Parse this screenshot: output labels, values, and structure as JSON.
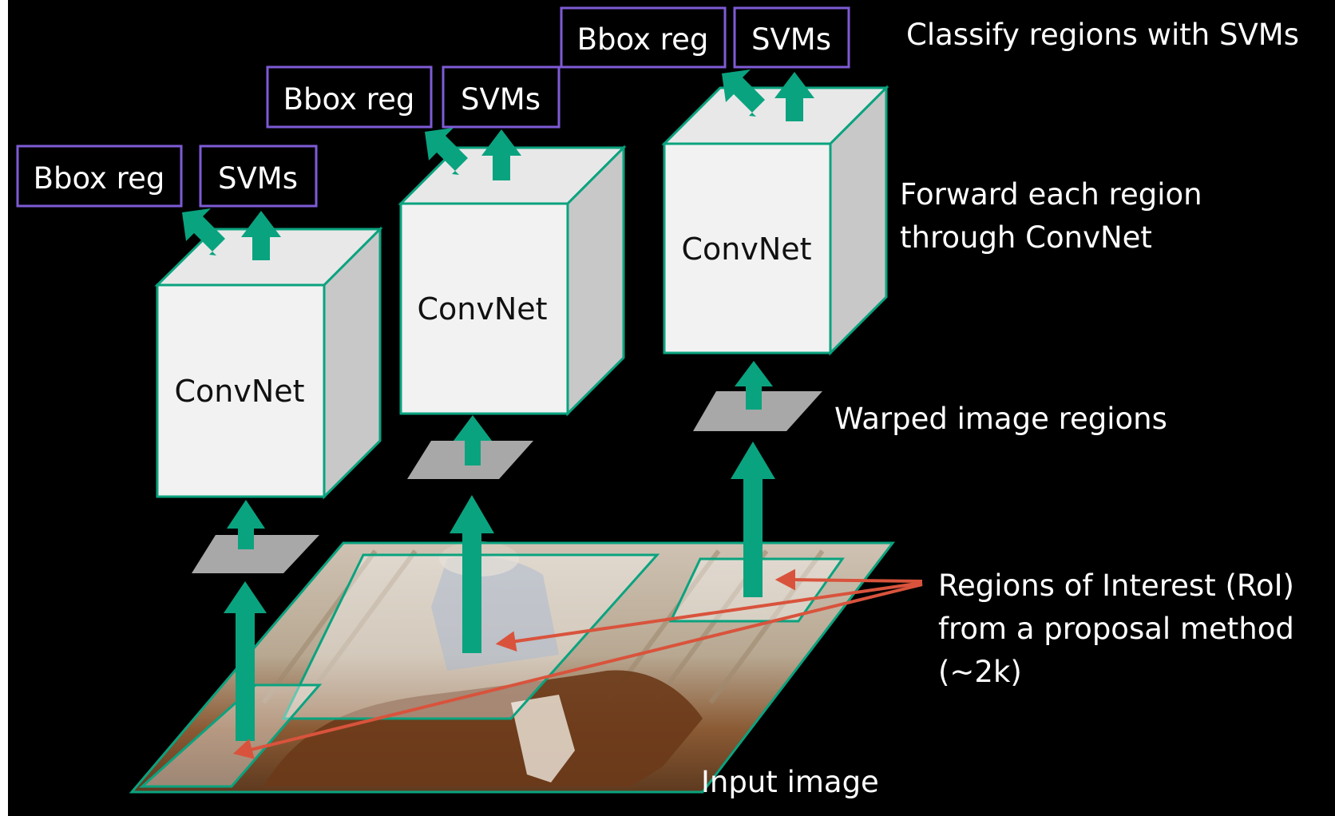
{
  "labels": {
    "classify": "Classify regions with SVMs",
    "forward_line1": "Forward each region",
    "forward_line2": "through ConvNet",
    "warped": "Warped image regions",
    "roi_line1": "Regions of Interest (RoI)",
    "roi_line2": "from a proposal method",
    "roi_line3": "(~2k)",
    "input": "Input image"
  },
  "columns": [
    {
      "convnet": "ConvNet",
      "bbox": "Bbox reg",
      "svms": "SVMs"
    },
    {
      "convnet": "ConvNet",
      "bbox": "Bbox reg",
      "svms": "SVMs"
    },
    {
      "convnet": "ConvNet",
      "bbox": "Bbox reg",
      "svms": "SVMs"
    }
  ],
  "colors": {
    "background": "#000000",
    "arrow": "#0aa37f",
    "box_border": "#7e5bd6",
    "pointer": "#d9533c",
    "cube_front": "#f2f2f2",
    "cube_side": "#c8c8c8",
    "cube_top": "#e8e8e8",
    "warped": "#a8a8a8"
  }
}
